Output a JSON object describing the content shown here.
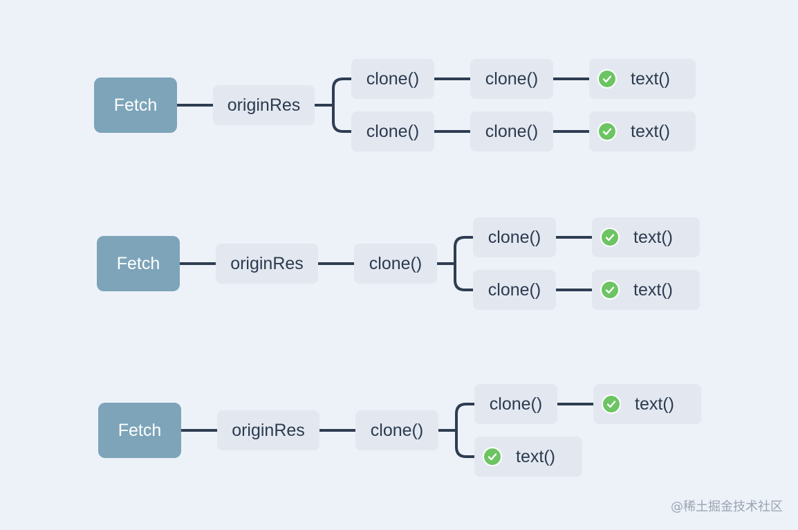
{
  "labels": {
    "fetch": "Fetch",
    "origin": "originRes",
    "clone": "clone()",
    "text": "text()"
  },
  "colors": {
    "background": "#edf2f9",
    "root_fill": "#7da4b9",
    "node_fill": "#e3e8f0",
    "connector": "#2f3d52",
    "check": "#6cc463"
  },
  "icons": {
    "done": "check-circle-icon"
  },
  "watermark": "@稀土掘金技术社区"
}
